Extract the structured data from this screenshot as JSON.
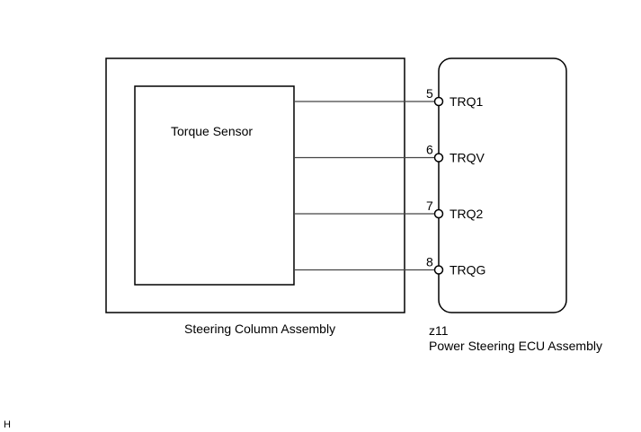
{
  "diagram": {
    "line_color": "#000000",
    "wire_color": "#444444",
    "background": "#ffffff",
    "sensor_label": "Torque Sensor",
    "column_assembly_label": "Steering Column Assembly",
    "ecu_connector_code": "z11",
    "ecu_assembly_label": "Power Steering ECU Assembly",
    "footer_mark": "H",
    "pins": [
      {
        "number": "5",
        "name": "TRQ1"
      },
      {
        "number": "6",
        "name": "TRQV"
      },
      {
        "number": "7",
        "name": "TRQ2"
      },
      {
        "number": "8",
        "name": "TRQG"
      }
    ]
  }
}
